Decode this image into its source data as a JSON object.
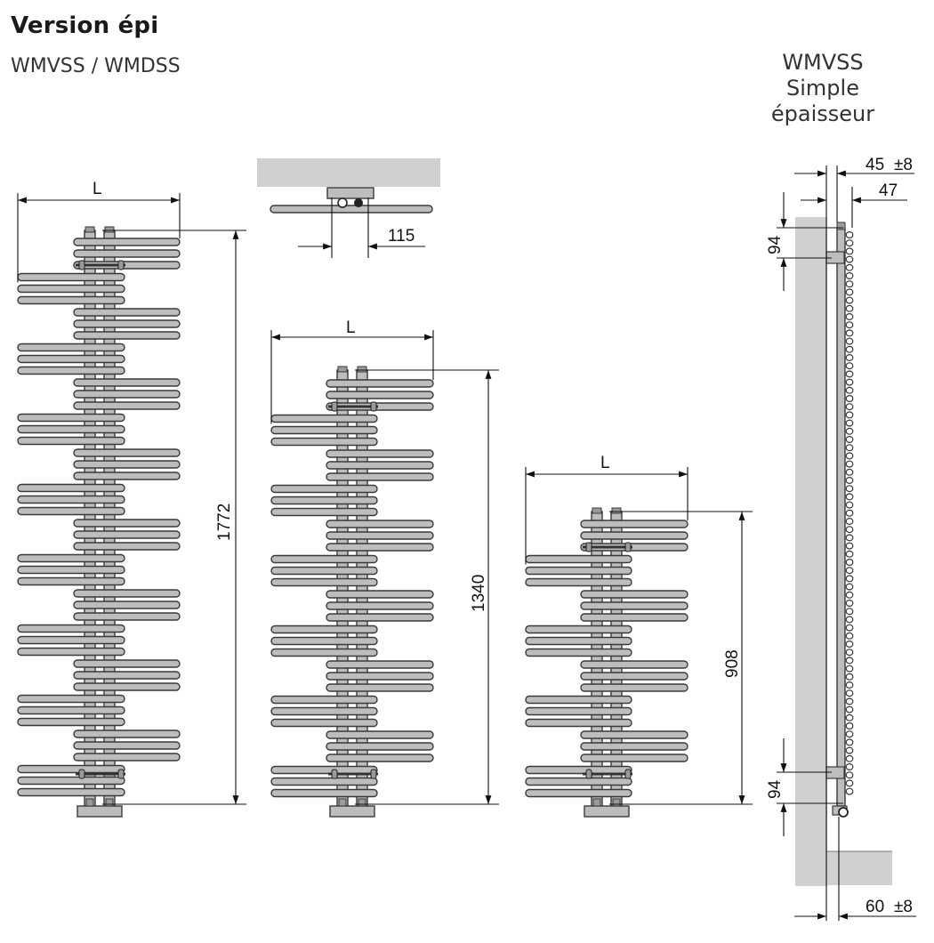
{
  "header": {
    "title": "Version épi",
    "subtitle": "WMVSS / WMDSS"
  },
  "side_view": {
    "title_lines": [
      "WMVSS",
      "Simple",
      "épaisseur"
    ],
    "dim_depth_top": "45",
    "dim_depth_top_tol": "±8",
    "dim_width": "47",
    "dim_offset_top": "94",
    "dim_offset_bottom": "94",
    "dim_depth_bottom": "60",
    "dim_depth_bottom_tol": "±8"
  },
  "top_view": {
    "dim_spacing": "115"
  },
  "front_views": [
    {
      "id": "large",
      "label_width": "L",
      "height": "1772"
    },
    {
      "id": "medium",
      "label_width": "L",
      "height": "1340"
    },
    {
      "id": "small",
      "label_width": "L",
      "height": "908"
    }
  ],
  "colors": {
    "bar_fill": "#bdbdbd",
    "bar_stroke": "#3a3a3a",
    "wall": "#d0d0d0",
    "line": "#111111"
  }
}
